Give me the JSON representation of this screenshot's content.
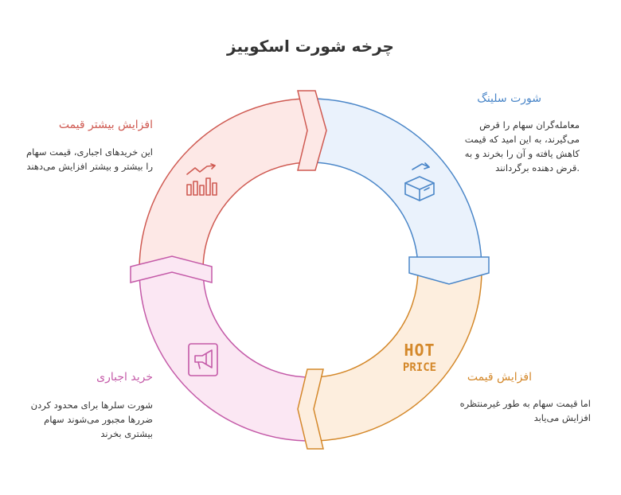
{
  "title": "چرخه شورت اسکوییز",
  "colors": {
    "blue": "#4a86c8",
    "orange": "#d4882a",
    "pink": "#c45aa8",
    "red": "#cf5a52",
    "blue_fill": "#eaf2fc",
    "orange_fill": "#fdeede",
    "pink_fill": "#fbe7f3",
    "red_fill": "#fde8e6"
  },
  "stages": {
    "short_selling": {
      "label": "شورت سلینگ",
      "desc": [
        "معامله‌گران سهام را قرض",
        "می‌گیرند، به این امید که قیمت",
        "کاهش یافته و آن را بخرند و به",
        ".قرض دهنده برگردانند"
      ],
      "icon": "box-arrow-icon"
    },
    "price_increase": {
      "label": "افزایش قیمت",
      "desc": [
        "اما قیمت سهام به طور غیرمنتظره",
        "افزایش می‌یابد"
      ],
      "icon": "hot-price-icon",
      "icon_text_1": "HOT",
      "icon_text_2": "PRICE"
    },
    "forced_buying": {
      "label": "خرید اجباری",
      "desc": [
        "شورت سلرها برای محدود کردن",
        "ضررها مجبور می‌شوند سهام",
        "بیشتری بخرند"
      ],
      "icon": "megaphone-icon"
    },
    "further_increase": {
      "label": "افزایش بیشتر قیمت",
      "desc": [
        "این خریدهای اجباری، قیمت سهام",
        "را بیشتر و بیشتر افزایش می‌دهند"
      ],
      "icon": "rising-chart-icon"
    }
  }
}
